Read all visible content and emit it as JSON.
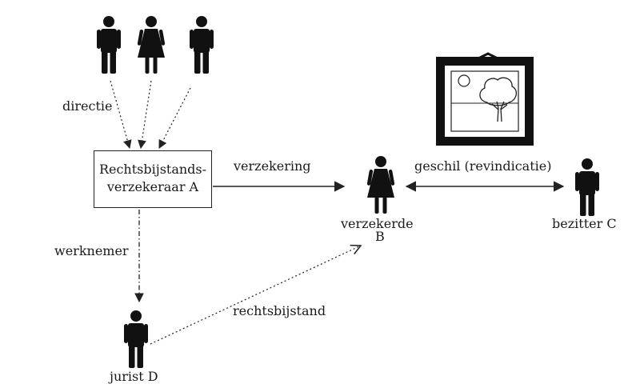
{
  "nodes": {
    "insurer_line1": "Rechtsbijstands-",
    "insurer_line2": "verzekeraar A",
    "insured_line1": "verzekerde",
    "insured_line2": "B",
    "possessor": "bezitter C",
    "lawyer": "jurist D"
  },
  "edges": {
    "board": "directie",
    "insurance": "verzekering",
    "dispute": "geschil (revindicatie)",
    "employee": "werknemer",
    "legal_aid": "rechtsbijstand"
  },
  "icons": {
    "board_members": [
      "male-person-icon",
      "female-person-icon",
      "male-person-icon"
    ],
    "insured": "female-person-icon",
    "possessor": "male-person-icon",
    "lawyer": "male-person-icon",
    "object": "framed-painting-icon"
  },
  "colors": {
    "figure": "#111111",
    "line": "#222222"
  }
}
